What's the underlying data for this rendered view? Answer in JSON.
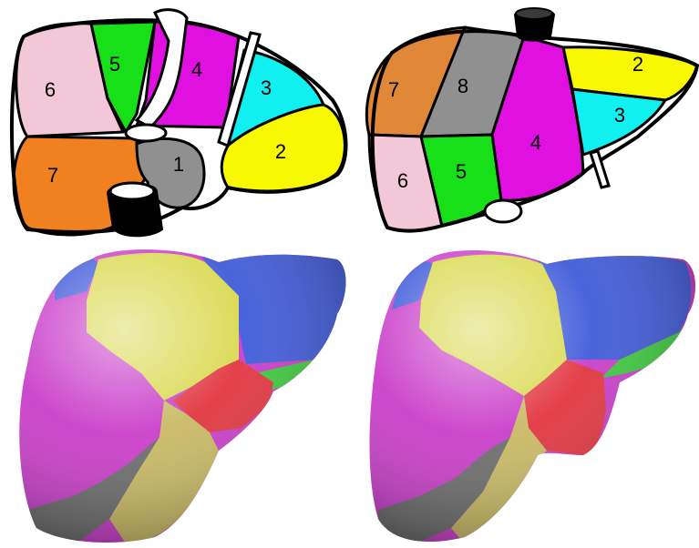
{
  "diagrams": {
    "left_view": {
      "segments": [
        {
          "label": "6",
          "color": "#f2c8d8"
        },
        {
          "label": "5",
          "color": "#18e018"
        },
        {
          "label": "4",
          "color": "#e010e0"
        },
        {
          "label": "3",
          "color": "#10f0f0"
        },
        {
          "label": "7",
          "color": "#f08020"
        },
        {
          "label": "1",
          "color": "#909090"
        },
        {
          "label": "2",
          "color": "#f8f800"
        }
      ]
    },
    "right_view": {
      "segments": [
        {
          "label": "7",
          "color": "#e08838"
        },
        {
          "label": "8",
          "color": "#909090"
        },
        {
          "label": "2",
          "color": "#f8f800"
        },
        {
          "label": "3",
          "color": "#10f0f0"
        },
        {
          "label": "4",
          "color": "#e010e0"
        },
        {
          "label": "6",
          "color": "#f2c8d8"
        },
        {
          "label": "5",
          "color": "#18e018"
        }
      ]
    }
  },
  "renders": {
    "colors": {
      "yellow": "#d8d84a",
      "blue": "#3a56d8",
      "magenta": "#c838c8",
      "red": "#e0303a",
      "green": "#38c838",
      "gray": "#686868",
      "tan": "#c8b860"
    }
  }
}
